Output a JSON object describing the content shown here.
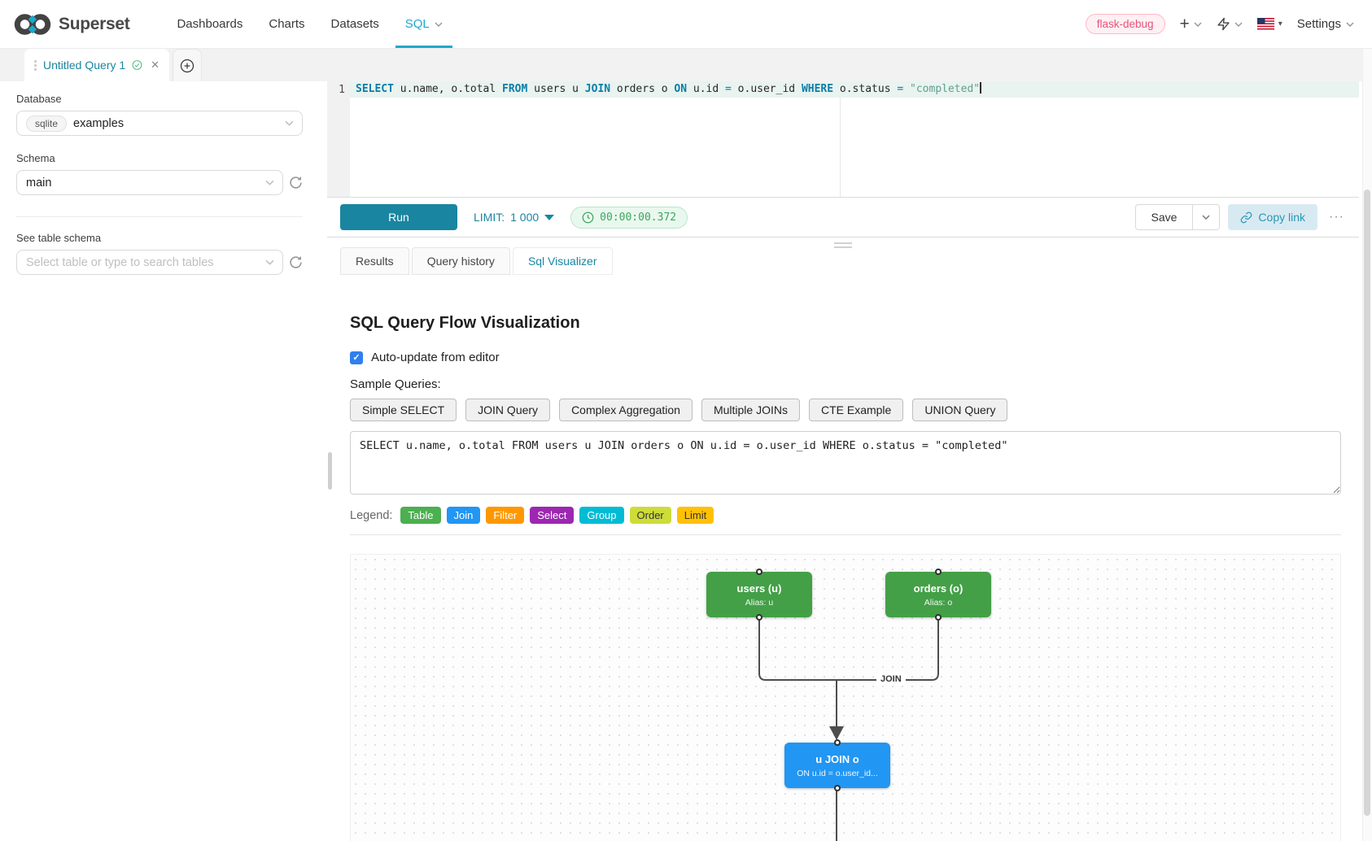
{
  "navbar": {
    "brand": "Superset",
    "items": [
      {
        "label": "Dashboards"
      },
      {
        "label": "Charts"
      },
      {
        "label": "Datasets"
      },
      {
        "label": "SQL"
      }
    ],
    "env_badge": "flask-debug",
    "settings_label": "Settings"
  },
  "query_tab": {
    "title": "Untitled Query 1"
  },
  "sidebar": {
    "database_label": "Database",
    "database_type": "sqlite",
    "database_name": "examples",
    "schema_label": "Schema",
    "schema_value": "main",
    "table_label": "See table schema",
    "table_placeholder": "Select table or type to search tables"
  },
  "editor": {
    "line_number": "1",
    "tokens": [
      {
        "text": "SELECT",
        "type": "kw"
      },
      {
        "text": " u.name, o.total ",
        "type": "id"
      },
      {
        "text": "FROM",
        "type": "kw"
      },
      {
        "text": " users u ",
        "type": "id"
      },
      {
        "text": "JOIN",
        "type": "kw"
      },
      {
        "text": " orders o ",
        "type": "id"
      },
      {
        "text": "ON",
        "type": "kw"
      },
      {
        "text": " u.id ",
        "type": "id"
      },
      {
        "text": "=",
        "type": "op"
      },
      {
        "text": " o.user_id ",
        "type": "id"
      },
      {
        "text": "WHERE",
        "type": "kw"
      },
      {
        "text": " o.status ",
        "type": "id"
      },
      {
        "text": "=",
        "type": "op"
      },
      {
        "text": " ",
        "type": "id"
      },
      {
        "text": "\"completed\"",
        "type": "str"
      }
    ]
  },
  "toolbar": {
    "run_label": "Run",
    "limit_label": "LIMIT:",
    "limit_value": "1 000",
    "timer": "00:00:00.372",
    "save_label": "Save",
    "copy_link_label": "Copy link",
    "more_label": "···"
  },
  "south_tabs": [
    {
      "label": "Results"
    },
    {
      "label": "Query history"
    },
    {
      "label": "Sql Visualizer"
    }
  ],
  "visualizer": {
    "title": "SQL Query Flow Visualization",
    "auto_update_label": "Auto-update from editor",
    "auto_update_checked": true,
    "sample_queries_label": "Sample Queries:",
    "sample_buttons": [
      "Simple SELECT",
      "JOIN Query",
      "Complex Aggregation",
      "Multiple JOINs",
      "CTE Example",
      "UNION Query"
    ],
    "query_text": "SELECT u.name, o.total FROM users u JOIN orders o ON u.id = o.user_id WHERE o.status = \"completed\"",
    "legend_label": "Legend:",
    "legend": [
      {
        "label": "Table",
        "color": "#4CAF50",
        "text_color": "#ffffff"
      },
      {
        "label": "Join",
        "color": "#2196F3",
        "text_color": "#ffffff"
      },
      {
        "label": "Filter",
        "color": "#FF9800",
        "text_color": "#ffffff"
      },
      {
        "label": "Select",
        "color": "#9C27B0",
        "text_color": "#ffffff"
      },
      {
        "label": "Group",
        "color": "#00BCD4",
        "text_color": "#ffffff"
      },
      {
        "label": "Order",
        "color": "#CDDC39",
        "text_color": "#333333"
      },
      {
        "label": "Limit",
        "color": "#FFC107",
        "text_color": "#333333"
      }
    ],
    "flow": {
      "nodes": {
        "users": {
          "title": "users (u)",
          "subtitle": "Alias: u",
          "color": "#43A047",
          "border": "#388E3C"
        },
        "orders": {
          "title": "orders (o)",
          "subtitle": "Alias: o",
          "color": "#43A047",
          "border": "#388E3C"
        },
        "join": {
          "title": "u JOIN o",
          "subtitle": "ON u.id = o.user_id...",
          "color": "#2196F3",
          "border": "#1976D2"
        }
      },
      "edge_label": "JOIN"
    }
  }
}
